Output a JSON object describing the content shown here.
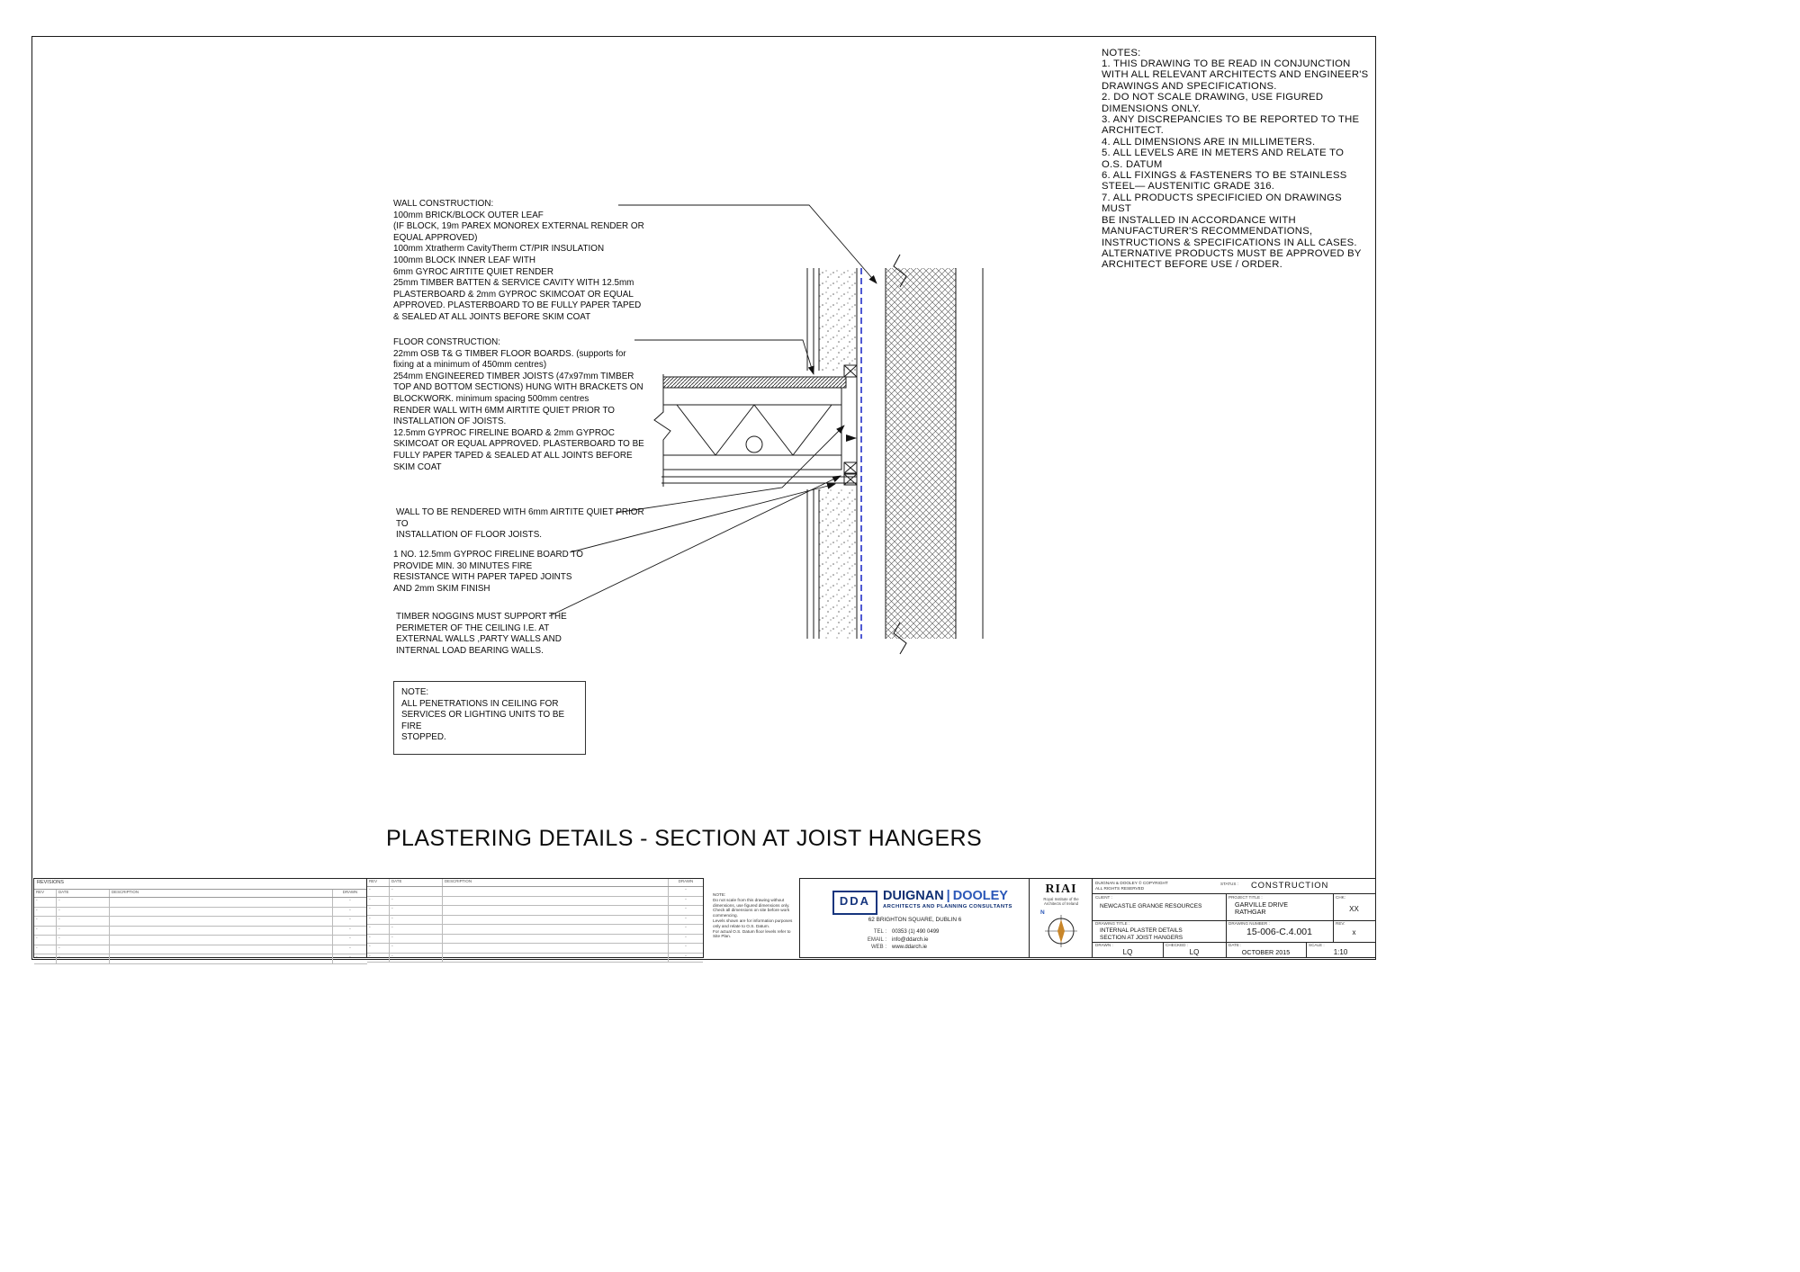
{
  "colors": {
    "airtite_blue": "#2330c8",
    "brand_blue_dark": "#0f2f73",
    "brand_blue_light": "#2a57b8",
    "compass_orange": "#c8862a",
    "line_black": "#1a1a1a"
  },
  "notes_panel": {
    "title": "NOTES:",
    "body": "1. THIS DRAWING TO BE READ IN CONJUNCTION\nWITH ALL RELEVANT ARCHITECTS AND ENGINEER'S\nDRAWINGS AND SPECIFICATIONS.\n2. DO NOT SCALE DRAWING, USE FIGURED\nDIMENSIONS ONLY.\n3. ANY DISCREPANCIES TO BE REPORTED TO THE\nARCHITECT.\n4. ALL DIMENSIONS ARE IN MILLIMETERS.\n5. ALL LEVELS ARE IN METERS AND RELATE TO\nO.S. DATUM\n6. ALL FIXINGS & FASTENERS TO BE STAINLESS\nSTEEL— AUSTENITIC GRADE 316.\n7. ALL PRODUCTS SPECIFICIED ON DRAWINGS MUST\nBE INSTALLED IN ACCORDANCE WITH\nMANUFACTURER'S RECOMMENDATIONS,\nINSTRUCTIONS & SPECIFICATIONS IN ALL CASES.\nALTERNATIVE PRODUCTS MUST BE APPROVED BY\nARCHITECT BEFORE USE / ORDER."
  },
  "annotations": {
    "wall_construction": "WALL CONSTRUCTION:\n100mm BRICK/BLOCK OUTER LEAF\n(IF BLOCK, 19m PAREX MONOREX EXTERNAL RENDER OR\nEQUAL APPROVED)\n100mm Xtratherm CavityTherm CT/PIR INSULATION\n100mm BLOCK INNER LEAF WITH\n6mm GYROC AIRTITE QUIET RENDER\n25mm TIMBER BATTEN & SERVICE CAVITY WITH 12.5mm\nPLASTERBOARD & 2mm GYPROC SKIMCOAT OR EQUAL\nAPPROVED. PLASTERBOARD TO BE FULLY PAPER TAPED\n& SEALED AT ALL JOINTS BEFORE SKIM COAT",
    "floor_construction": "FLOOR CONSTRUCTION:\n22mm OSB T& G TIMBER FLOOR BOARDS. (supports for\nfixing at a minimum of 450mm centres)\n254mm ENGINEERED TIMBER JOISTS (47x97mm TIMBER\nTOP AND BOTTOM SECTIONS) HUNG WITH BRACKETS ON\nBLOCKWORK. minimum spacing 500mm centres\nRENDER WALL WITH 6MM AIRTITE QUIET PRIOR TO\nINSTALLATION OF JOISTS.\n12.5mm GYPROC FIRELINE BOARD & 2mm GYPROC\nSKIMCOAT OR EQUAL APPROVED. PLASTERBOARD TO BE\nFULLY PAPER TAPED & SEALED AT ALL JOINTS BEFORE\nSKIM COAT",
    "render_callout": "WALL TO BE RENDERED WITH 6mm AIRTITE QUIET PRIOR TO\nINSTALLATION OF FLOOR JOISTS.",
    "fireline_callout": "1 NO. 12.5mm GYPROC FIRELINE BOARD TO\nPROVIDE MIN. 30 MINUTES FIRE\nRESISTANCE WITH PAPER TAPED JOINTS\nAND 2mm SKIM FINISH",
    "noggins_callout": "TIMBER NOGGINS MUST SUPPORT THE\nPERIMETER OF THE CEILING I.E. AT\nEXTERNAL WALLS ,PARTY WALLS AND\nINTERNAL LOAD BEARING WALLS.",
    "note_box": "NOTE:\nALL PENETRATIONS IN CEILING FOR\nSERVICES OR LIGHTING UNITS TO BE FIRE\nSTOPPED."
  },
  "main_title": "PLASTERING DETAILS - SECTION AT JOIST HANGERS",
  "titleblock": {
    "revisions": {
      "title": "REVISIONS",
      "col_rev": "REV",
      "col_date": "DATE",
      "col_desc": "DESCRIPTION",
      "col_drawn": "DRAWN",
      "dash": "-"
    },
    "fine_print": "NOTE:\nDo not scale from this drawing without\ndimensions, use figured dimensions only.\nCheck all dimensions on site before work\ncommencing.\nLevels shown are for information purposes\nonly and relate to O.S. Datum.\nFor actual O.S. Datum floor levels refer to\nSite Plan.",
    "company": {
      "logo": "DDA",
      "name_left": "DUIGNAN",
      "divider": "|",
      "name_right": "DOOLEY",
      "subtitle": "ARCHITECTS AND PLANNING CONSULTANTS",
      "address": "62 BRIGHTON SQUARE, DUBLIN 6",
      "tel_label": "TEL :",
      "tel": "00353 (1) 490 0499",
      "email_label": "EMAIL :",
      "email": "info@ddarch.ie",
      "web_label": "WEB :",
      "web": "www.ddarch.ie"
    },
    "riai": {
      "logo": "RIAI",
      "caption": "Royal Institute of the\nArchitects of Ireland",
      "north_label": "N"
    },
    "project": {
      "copyright": "DUIGNAN & DOOLEY © COPYRIGHT\nALL RIGHTS RESERVED",
      "status_label": "STATUS :",
      "status": "CONSTRUCTION",
      "client_label": "CLIENT :",
      "client": "NEWCASTLE GRANGE RESOURCES",
      "project_label": "PROJECT TITLE :",
      "project_line1": "GARVILLE DRIVE",
      "project_line2": "RATHGAR",
      "chk_label": "CHK:",
      "chk": "XX",
      "drawing_title_label": "DRAWING TITLE :",
      "drawing_title_line1": "INTERNAL PLASTER DETAILS",
      "drawing_title_line2": "SECTION AT JOIST HANGERS",
      "number_label": "DRAWING NUMBER :",
      "number": "15-006-C.4.001",
      "rev_label": "REV:",
      "rev": "x",
      "drawn_label": "DRAWN :",
      "drawn": "LQ",
      "checked_label": "CHECKED :",
      "checked": "LQ",
      "date_label": "DATE :",
      "date": "OCTOBER 2015",
      "scale_label": "SCALE :",
      "scale": "1:10"
    }
  }
}
